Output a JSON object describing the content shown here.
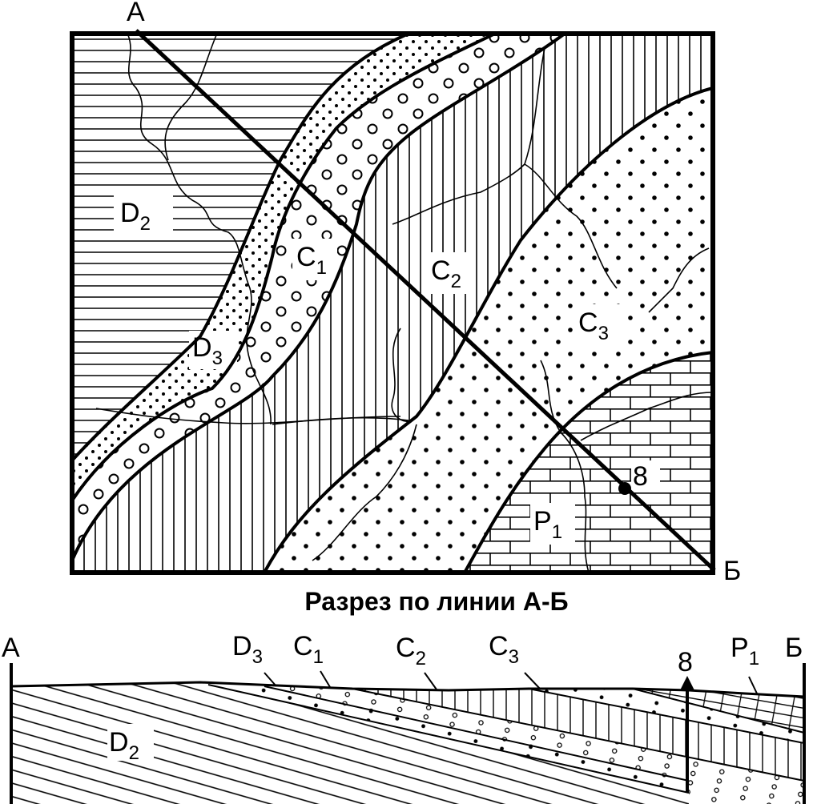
{
  "map": {
    "point_a": "А",
    "point_b": "Б",
    "well": "8",
    "units": {
      "d2": {
        "base": "D",
        "sub": "2"
      },
      "d3": {
        "base": "D",
        "sub": "3"
      },
      "c1": {
        "base": "C",
        "sub": "1"
      },
      "c2": {
        "base": "C",
        "sub": "2"
      },
      "c3": {
        "base": "C",
        "sub": "3"
      },
      "p1": {
        "base": "P",
        "sub": "1"
      }
    }
  },
  "section": {
    "title": "Разрез по линии А-Б",
    "point_a": "А",
    "point_b": "Б",
    "well": "8",
    "units": {
      "d2": {
        "base": "D",
        "sub": "2"
      },
      "d3": {
        "base": "D",
        "sub": "3"
      },
      "c1": {
        "base": "C",
        "sub": "1"
      },
      "c2": {
        "base": "C",
        "sub": "2"
      },
      "c3": {
        "base": "C",
        "sub": "3"
      },
      "p1": {
        "base": "P",
        "sub": "1"
      }
    }
  }
}
